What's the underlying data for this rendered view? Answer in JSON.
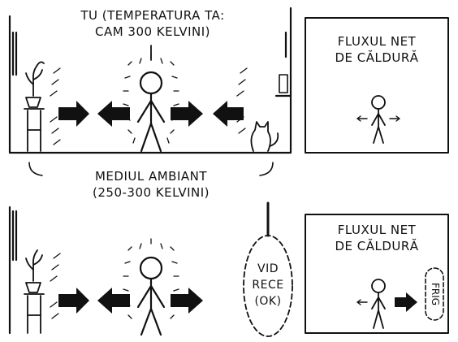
{
  "top_scene": {
    "you_label_line1": "TU (TEMPERATURA TA:",
    "you_label_line2": "CAM 300 KELVINI)",
    "environment_label_line1": "MEDIUL AMBIANT",
    "environment_label_line2": "(250-300 KELVINI)"
  },
  "top_panel": {
    "title_line1": "FLUXUL NET",
    "title_line2": "DE CĂLDURĂ"
  },
  "bottom_scene": {
    "void_line1": "VID",
    "void_line2": "RECE",
    "void_line3": "(OK)"
  },
  "bottom_panel": {
    "title_line1": "FLUXUL NET",
    "title_line2": "DE CĂLDURĂ",
    "cold_label": "FRIG"
  }
}
